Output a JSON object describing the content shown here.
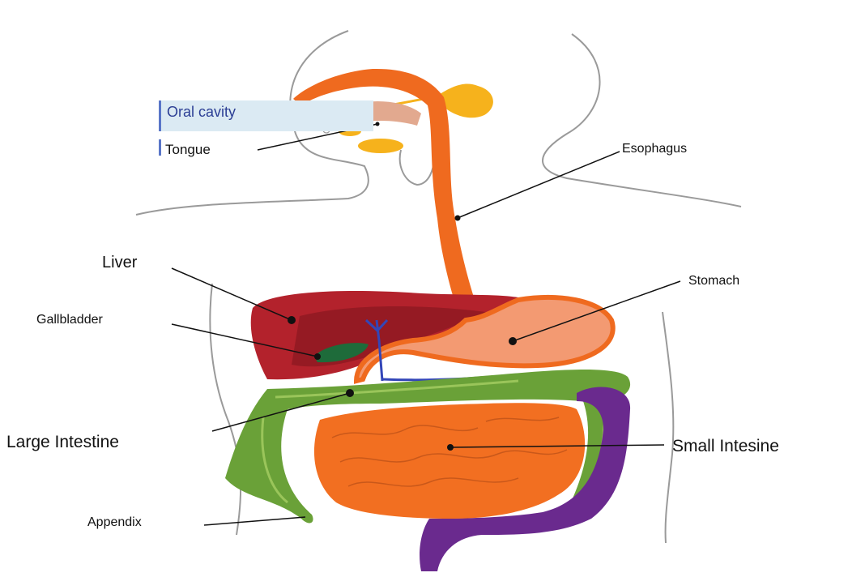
{
  "colors": {
    "body_outline": "#9a9a9a",
    "esophagus": "#ef6a1f",
    "stomach_outline": "#ef6a1f",
    "stomach_fill": "#f39a72",
    "liver": "#b3222c",
    "liver_shadow": "#951a23",
    "gallbladder": "#1e6b3a",
    "large_intestine": "#6aa138",
    "large_intestine_light": "#9ac55a",
    "small_intestine": "#f26f21",
    "rectum": "#6a2a8e",
    "salivary": "#f6b21c",
    "ducts": "#3346b8",
    "oral_highlight": "#dbeaf3",
    "oral_border": "#5a76c8",
    "leader": "#111111"
  },
  "labels": {
    "oral_cavity": "Oral cavity",
    "tongue": "Tongue",
    "esophagus": "Esophagus",
    "liver": "Liver",
    "stomach": "Stomach",
    "gallbladder": "Gallbladder",
    "large_intestine": "Large Intestine",
    "small_intestine": "Small Intesine",
    "appendix": "Appendix"
  }
}
